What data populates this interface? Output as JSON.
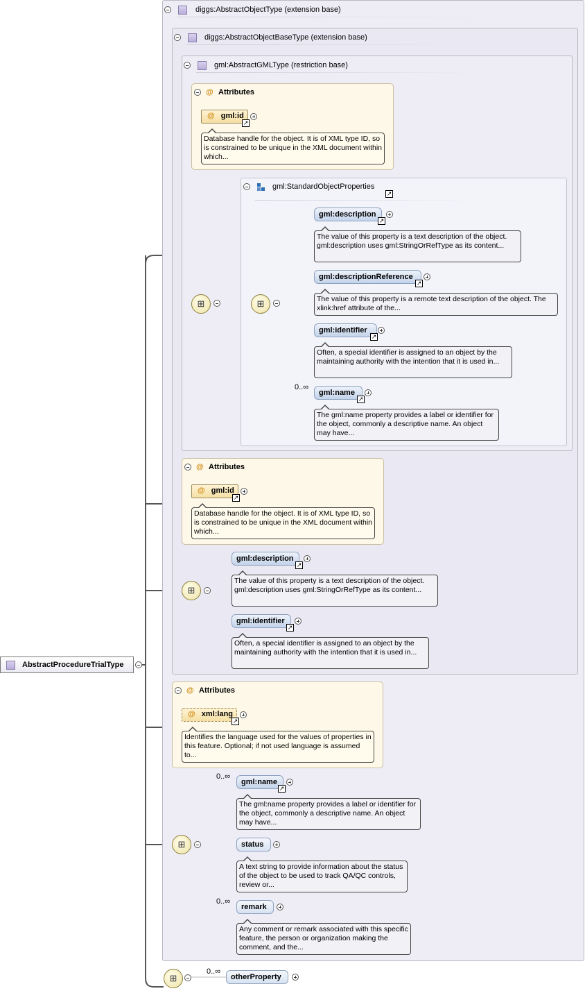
{
  "root": {
    "label": "AbstractProcedureTrialType"
  },
  "types": {
    "abstract_object": "diggs:AbstractObjectType (extension base)",
    "abstract_object_base": "diggs:AbstractObjectBaseType (extension base)",
    "abstract_gml": "gml:AbstractGMLType (restriction base)"
  },
  "attributes_header": "Attributes",
  "gml_attributes": {
    "attr": "gml:id",
    "doc": "Database handle for the object. It is of XML type ID, so is constrained to be unique in the XML document within which..."
  },
  "standard_props": {
    "title": "gml:StandardObjectProperties",
    "items": [
      {
        "name": "gml:description",
        "doc": "The value of this property is a text description of the object. gml:description uses gml:StringOrRefType as its content..."
      },
      {
        "name": "gml:descriptionReference",
        "doc": "The value of this property is a remote text description of the object. The xlink:href attribute of the..."
      },
      {
        "name": "gml:identifier",
        "doc": "Often, a special identifier is assigned to an object by the maintaining authority with the intention that it is used in..."
      },
      {
        "name": "gml:name",
        "occ": "0..∞",
        "doc": "The gml:name property provides a label or identifier for the object, commonly a descriptive name. An object may have..."
      }
    ]
  },
  "base_attributes": {
    "attr": "gml:id",
    "doc": "Database handle for the object. It is of XML type ID, so is constrained to be unique in the XML document within which..."
  },
  "base_seq": [
    {
      "name": "gml:description",
      "doc": "The value of this property is a text description of the object. gml:description uses gml:StringOrRefType as its content..."
    },
    {
      "name": "gml:identifier",
      "doc": "Often, a special identifier is assigned to an object by the maintaining authority with the intention that it is used in..."
    }
  ],
  "object_attributes": {
    "attr": "xml:lang",
    "doc": "Identifies the language used for the values of properties in this feature. Optional; if not used language is assumed to..."
  },
  "object_seq": [
    {
      "name": "gml:name",
      "occ": "0..∞",
      "doc": "The gml:name property provides a label or identifier for the object, commonly a descriptive name. An object may have..."
    },
    {
      "name": "status",
      "doc": "A text string to provide information about the status of the object to be used to track QA/QC controls, review or..."
    },
    {
      "name": "remark",
      "occ": "0..∞",
      "doc": "Any comment or remark associated with this specific feature, the person or organization making the comment, and the..."
    }
  ],
  "other_property": {
    "name": "otherProperty",
    "occ": "0..∞"
  },
  "symbols": {
    "at": "@",
    "seq": "⊞",
    "ref": "↗"
  },
  "colors": {
    "panel": "#eeedf6",
    "attr_box": "#fdf8e8",
    "element": "#c3d3ea",
    "group": "#2c6fb5"
  }
}
